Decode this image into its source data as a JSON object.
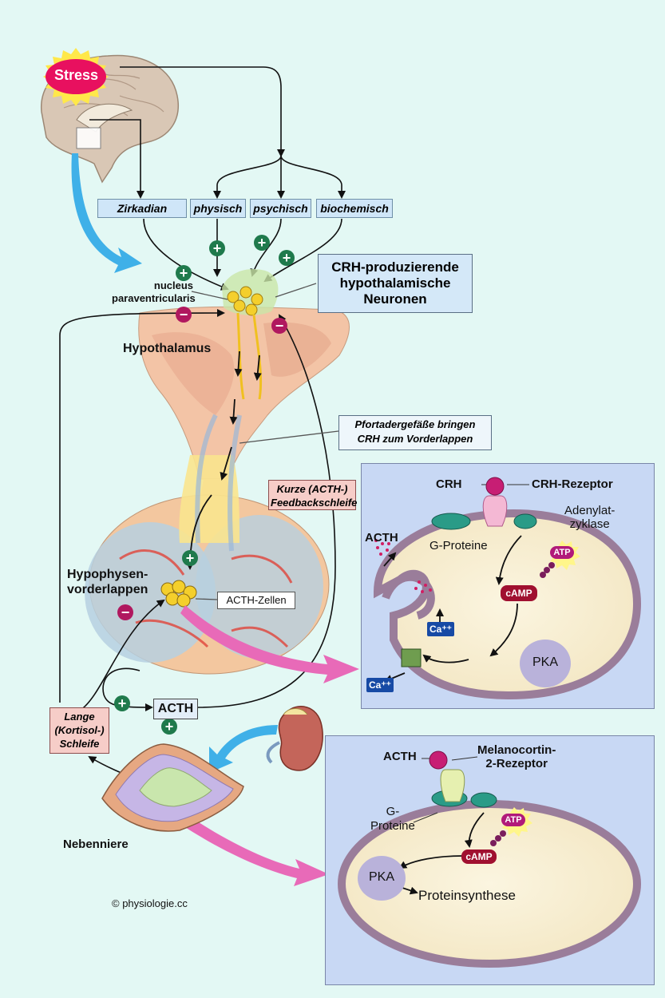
{
  "stress": "Stress",
  "sources": [
    "Zirkadian",
    "physisch",
    "psychisch",
    "biochemisch"
  ],
  "nucleus_label": "nucleus\nparaventricularis",
  "crh_neurons_label": "CRH-produzierende\nhypothalamische\nNeuronen",
  "hypothalamus_label": "Hypothalamus",
  "portal_label": "Pfortadergefäße bringen\nCRH zum Vorderlappen",
  "short_loop_label": "Kurze (ACTH-)\nFeedbackschleife",
  "pituitary_label": "Hypophysen-\nvorderlappen",
  "acth_cells_label": "ACTH-Zellen",
  "acth_label": "ACTH",
  "long_loop_label": "Lange\n(Kortisol-)\nSchleife",
  "adrenal_label": "Nebenniere",
  "copyright": "© physiologie.cc",
  "plus_symbol": "+",
  "minus_symbol": "−",
  "panel1": {
    "crh": "CRH",
    "crh_receptor": "CRH-Rezeptor",
    "adenylat": "Adenylat-\nzyklase",
    "acth": "ACTH",
    "g_proteine": "G-Proteine",
    "atp": "ATP",
    "camp": "cAMP",
    "ca": "Ca⁺⁺",
    "ca2": "Ca⁺⁺",
    "pka": "PKA"
  },
  "panel2": {
    "acth": "ACTH",
    "receptor": "Melanocortin-\n2-Rezeptor",
    "g_proteine": "G-\nProteine",
    "atp": "ATP",
    "camp": "cAMP",
    "pka": "PKA",
    "proteinsynthese": "Proteinsynthese"
  },
  "colors": {
    "background": "#e3f8f4",
    "plus": "#1f7a4c",
    "minus": "#b0185f",
    "panel": "#c8d8f4",
    "cell": "#f8efd2",
    "membrane": "#9a7d9a",
    "camp": "#a01030",
    "pka": "#b9b2da",
    "pink_arrow": "#e86ab8",
    "blue_arrow": "#3fb0e8"
  }
}
